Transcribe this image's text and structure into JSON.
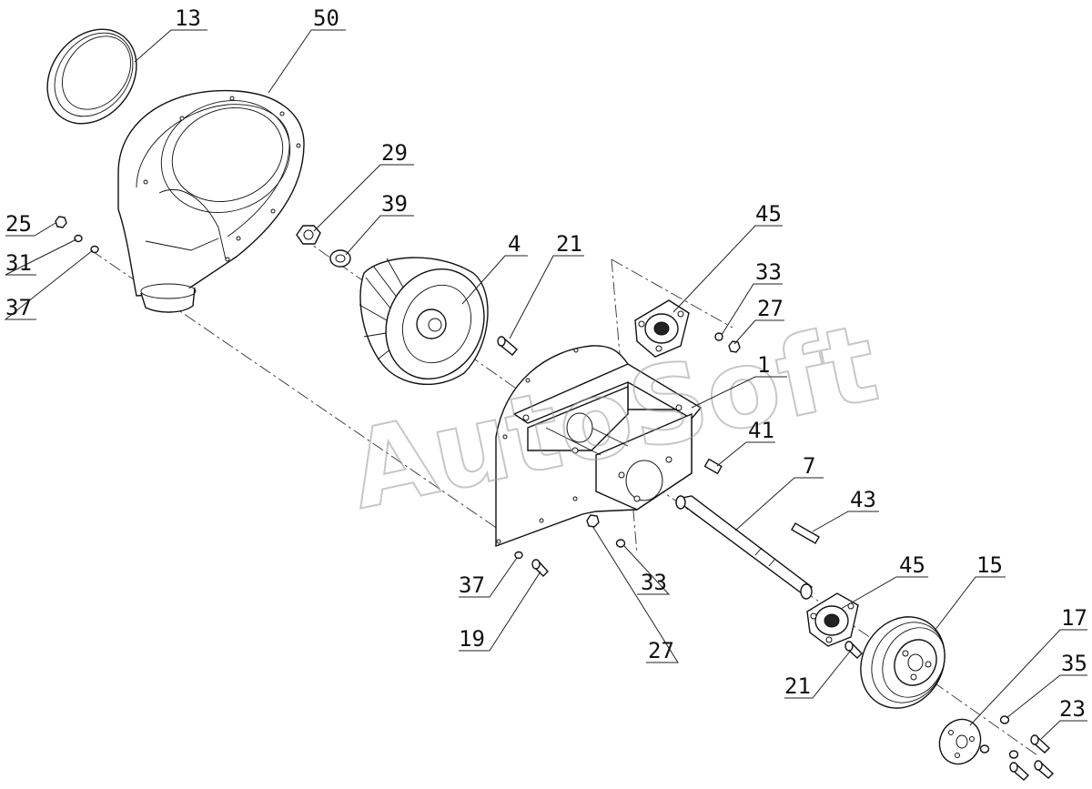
{
  "watermark": "AutoSoft",
  "callouts": [
    {
      "id": "c13",
      "text": "13"
    },
    {
      "id": "c50",
      "text": "50"
    },
    {
      "id": "c29",
      "text": "29"
    },
    {
      "id": "c39",
      "text": "39"
    },
    {
      "id": "c4",
      "text": "4"
    },
    {
      "id": "c21a",
      "text": "21"
    },
    {
      "id": "c45a",
      "text": "45"
    },
    {
      "id": "c33a",
      "text": "33"
    },
    {
      "id": "c27a",
      "text": "27"
    },
    {
      "id": "c1",
      "text": "1"
    },
    {
      "id": "c25",
      "text": "25"
    },
    {
      "id": "c31",
      "text": "31"
    },
    {
      "id": "c37a",
      "text": "37"
    },
    {
      "id": "c41",
      "text": "41"
    },
    {
      "id": "c7",
      "text": "7"
    },
    {
      "id": "c43",
      "text": "43"
    },
    {
      "id": "c37b",
      "text": "37"
    },
    {
      "id": "c33b",
      "text": "33"
    },
    {
      "id": "c19",
      "text": "19"
    },
    {
      "id": "c27b",
      "text": "27"
    },
    {
      "id": "c45b",
      "text": "45"
    },
    {
      "id": "c15",
      "text": "15"
    },
    {
      "id": "c17",
      "text": "17"
    },
    {
      "id": "c35",
      "text": "35"
    },
    {
      "id": "c23",
      "text": "23"
    },
    {
      "id": "c21b",
      "text": "21"
    }
  ]
}
